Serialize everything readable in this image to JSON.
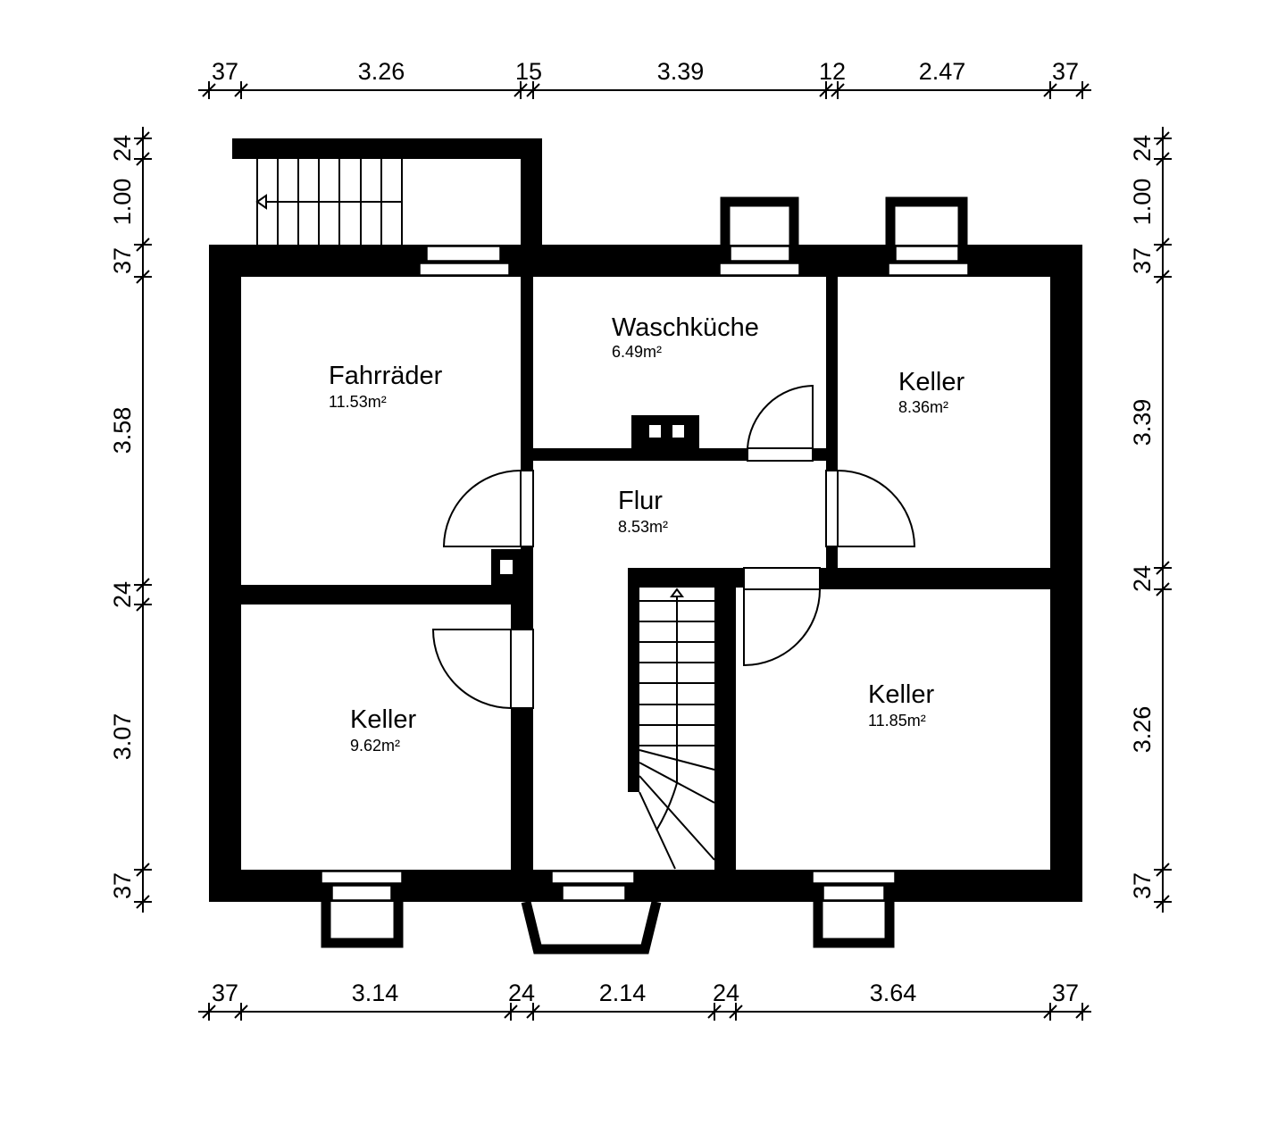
{
  "title": "Kellergeschoss Grundriss",
  "rooms": [
    {
      "name": "Fahrräder",
      "area": "11.53m²"
    },
    {
      "name": "Waschküche",
      "area": "6.49m²"
    },
    {
      "name": "Keller",
      "area": "8.36m²"
    },
    {
      "name": "Flur",
      "area": "8.53m²"
    },
    {
      "name": "Keller",
      "area": "9.62m²"
    },
    {
      "name": "Keller",
      "area": "11.85m²"
    }
  ],
  "dimensions": {
    "top": [
      "37",
      "3.26",
      "15",
      "3.39",
      "12",
      "2.47",
      "37"
    ],
    "bottom": [
      "37",
      "3.14",
      "24",
      "2.14",
      "24",
      "3.64",
      "37"
    ],
    "left": [
      "24",
      "1.00",
      "37",
      "3.58",
      "24",
      "3.07",
      "37"
    ],
    "right": [
      "24",
      "1.00",
      "37",
      "3.39",
      "24",
      "3.26",
      "37"
    ]
  }
}
